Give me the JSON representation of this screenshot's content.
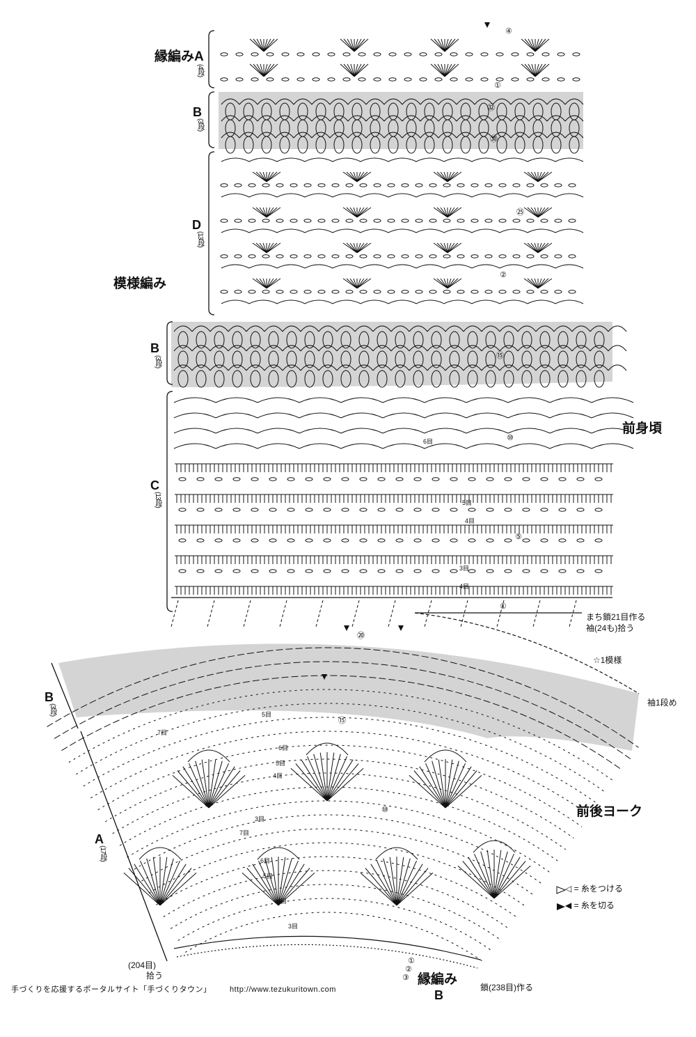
{
  "title_labels": {
    "edge_a": "縁編みA",
    "edge_a_rows": "(4段)",
    "pattern": "模様編み",
    "front_body": "前身頃",
    "yoke": "前後ヨーク",
    "edge_b": "縁編み",
    "edge_b_letter": "B"
  },
  "section_labels": [
    {
      "letter": "B",
      "rows": "(3段)"
    },
    {
      "letter": "D",
      "rows": "(13段)"
    },
    {
      "letter": "B",
      "rows": "(3段)"
    },
    {
      "letter": "C",
      "rows": "(13段)"
    },
    {
      "letter": "B",
      "rows": "(3段)"
    },
    {
      "letter": "A",
      "rows": "(17段)"
    }
  ],
  "notes": {
    "gusset": "まち鎖21目作る",
    "sleeve_pickup": "袖(24も)拾う",
    "one_repeat": "☆1模様",
    "sleeve_row1": "袖1段め",
    "picked_204": "(204目)",
    "pick_up": "拾う",
    "chain_238": "鎖(238目)作る",
    "legend_attach": "◁ = 糸をつける",
    "legend_cut": "◀ = 糸を切る"
  },
  "row_markers": [
    "④",
    "①",
    "㉜",
    "㉚",
    "㉕",
    "②",
    "⑮",
    "⑩",
    "⑤",
    "①",
    "⑳",
    "⑮",
    "⑩",
    "①",
    "②",
    "③"
  ],
  "stitch_counts": [
    "6目",
    "5目",
    "4目",
    "3目",
    "4目",
    "5目",
    "7目",
    "6目",
    "5目",
    "4目",
    "3目",
    "7目",
    "6目",
    "5目",
    "4目",
    "3目"
  ],
  "footer": {
    "site_name": "手づくりを応援するポータルサイト「手づくりタウン」",
    "url": "http://www.tezukuritown.com"
  },
  "colors": {
    "ink": "#111111",
    "shade": "#d4d4d4",
    "background": "#ffffff"
  }
}
